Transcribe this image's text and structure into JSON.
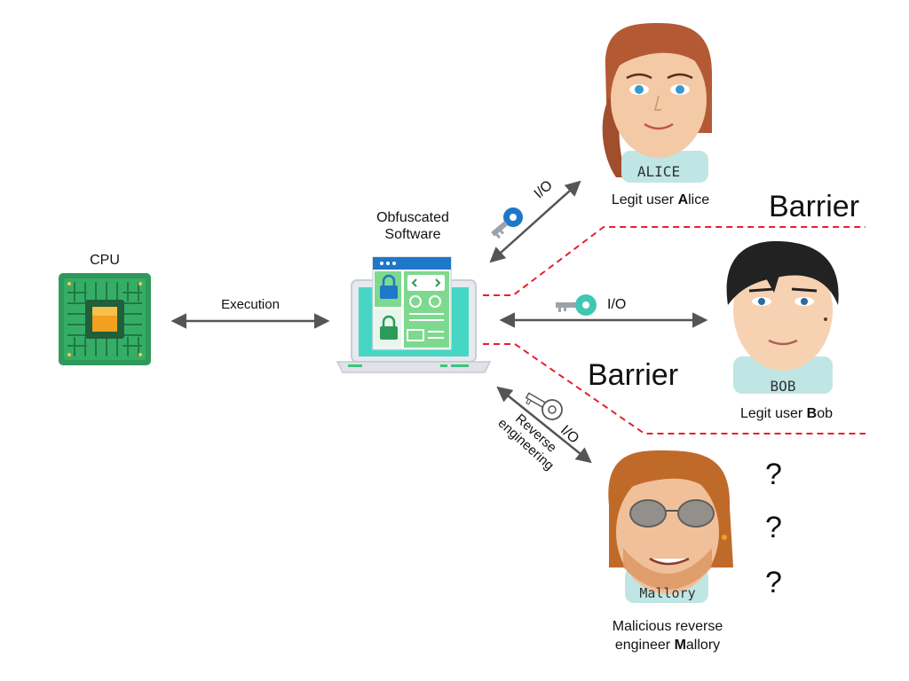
{
  "cpu": {
    "label": "CPU"
  },
  "software": {
    "label_line1": "Obfuscated",
    "label_line2": "Software"
  },
  "links": {
    "execution": "Execution",
    "alice_io": "I/O",
    "bob_io": "I/O",
    "mallory_io": "I/O",
    "reverse_line1": "Reverse",
    "reverse_line2": "engineering"
  },
  "barriers": {
    "upper": "Barrier",
    "lower": "Barrier"
  },
  "alice": {
    "caption_pre": "Legit user ",
    "caption_bold": "A",
    "caption_post": "lice",
    "shirt": "ALICE"
  },
  "bob": {
    "caption_pre": "Legit user ",
    "caption_bold": "B",
    "caption_post": "ob",
    "shirt": "BOB"
  },
  "mallory": {
    "caption_line1": "Malicious reverse",
    "caption_pre": "engineer ",
    "caption_bold": "M",
    "caption_post": "allory",
    "shirt": "Mallory"
  },
  "questions": [
    "?",
    "?",
    "?"
  ],
  "colors": {
    "barrier_line": "#e8202a",
    "arrow": "#555555",
    "chip_green": "#2e9a5a",
    "chip_core": "#f2a020",
    "key_blue": "#1e78c8",
    "key_teal": "#3ec8b4",
    "laptop_screen": "#45d6c4",
    "laptop_panel": "#7dd98e"
  },
  "icons": [
    "cpu-chip-icon",
    "laptop-icon",
    "padlock-icon",
    "key-icon",
    "avatar-alice",
    "avatar-bob",
    "avatar-mallory"
  ]
}
